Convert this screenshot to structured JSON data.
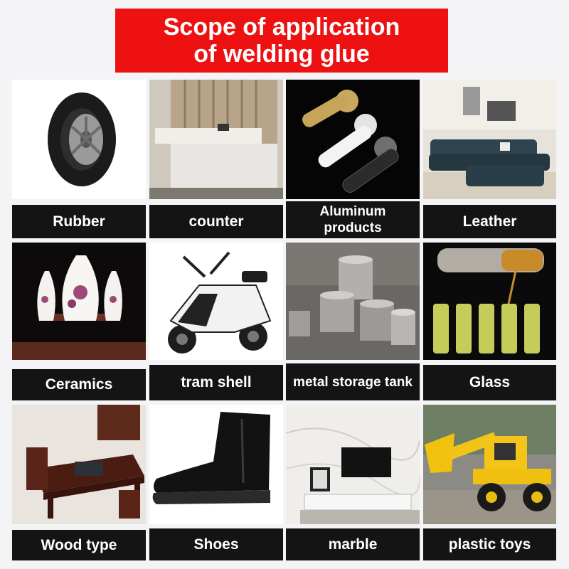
{
  "header": {
    "title_line1": "Scope of application",
    "title_line2": "of welding glue"
  },
  "colors": {
    "banner": "#ee1111",
    "label_bg": "#141414",
    "label_text": "#ffffff"
  },
  "materials": [
    {
      "label": "Rubber",
      "icon": "tire-icon"
    },
    {
      "label": "counter",
      "icon": "reception-counter-icon"
    },
    {
      "label": "Aluminum products",
      "icon": "door-handle-icon"
    },
    {
      "label": "Leather",
      "icon": "sofa-icon"
    },
    {
      "label": "Ceramics",
      "icon": "vase-icon"
    },
    {
      "label": "tram shell",
      "icon": "scooter-icon"
    },
    {
      "label": "metal storage tank",
      "icon": "metal-cylinder-icon"
    },
    {
      "label": "Glass",
      "icon": "glass-bottle-icon"
    },
    {
      "label": "Wood type",
      "icon": "wooden-table-icon"
    },
    {
      "label": "Shoes",
      "icon": "boot-icon"
    },
    {
      "label": "marble",
      "icon": "tv-cabinet-icon"
    },
    {
      "label": "plastic toys",
      "icon": "toy-excavator-icon"
    }
  ]
}
